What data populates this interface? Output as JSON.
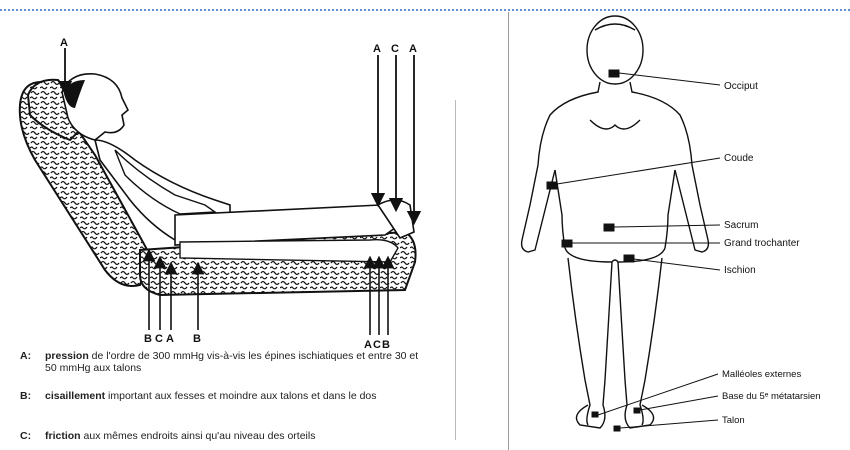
{
  "left_figure": {
    "arrow_labels_top": {
      "head": "A",
      "feet_1": "A",
      "feet_2": "C",
      "feet_3": "A"
    },
    "arrow_labels_bottom": {
      "seat_1": "B",
      "seat_2": "C",
      "seat_3": "A",
      "seat_4": "B",
      "heel_1": "A",
      "heel_2": "C",
      "heel_3": "B"
    },
    "legend": [
      {
        "key": "A:",
        "term": "pression",
        "rest": " de l'ordre de 300 mmHg vis-à-vis les épines ischiatiques et entre 30 et 50 mmHg aux talons"
      },
      {
        "key": "B:",
        "term": "cisaillement",
        "rest": " important aux fesses et moindre aux talons et dans le dos"
      },
      {
        "key": "C:",
        "term": "friction",
        "rest": " aux mêmes endroits ainsi qu'au niveau des orteils"
      }
    ]
  },
  "right_figure": {
    "labels": {
      "occiput": "Occiput",
      "coude": "Coude",
      "sacrum": "Sacrum",
      "grand_trochanter": "Grand trochanter",
      "ischion": "Ischion",
      "malleoles": "Malléoles externes",
      "base_5": "Base du 5ᵉ métatarsien",
      "talon": "Talon"
    }
  },
  "colors": {
    "ink": "#111111",
    "accent_line": "#5b8fd6"
  }
}
